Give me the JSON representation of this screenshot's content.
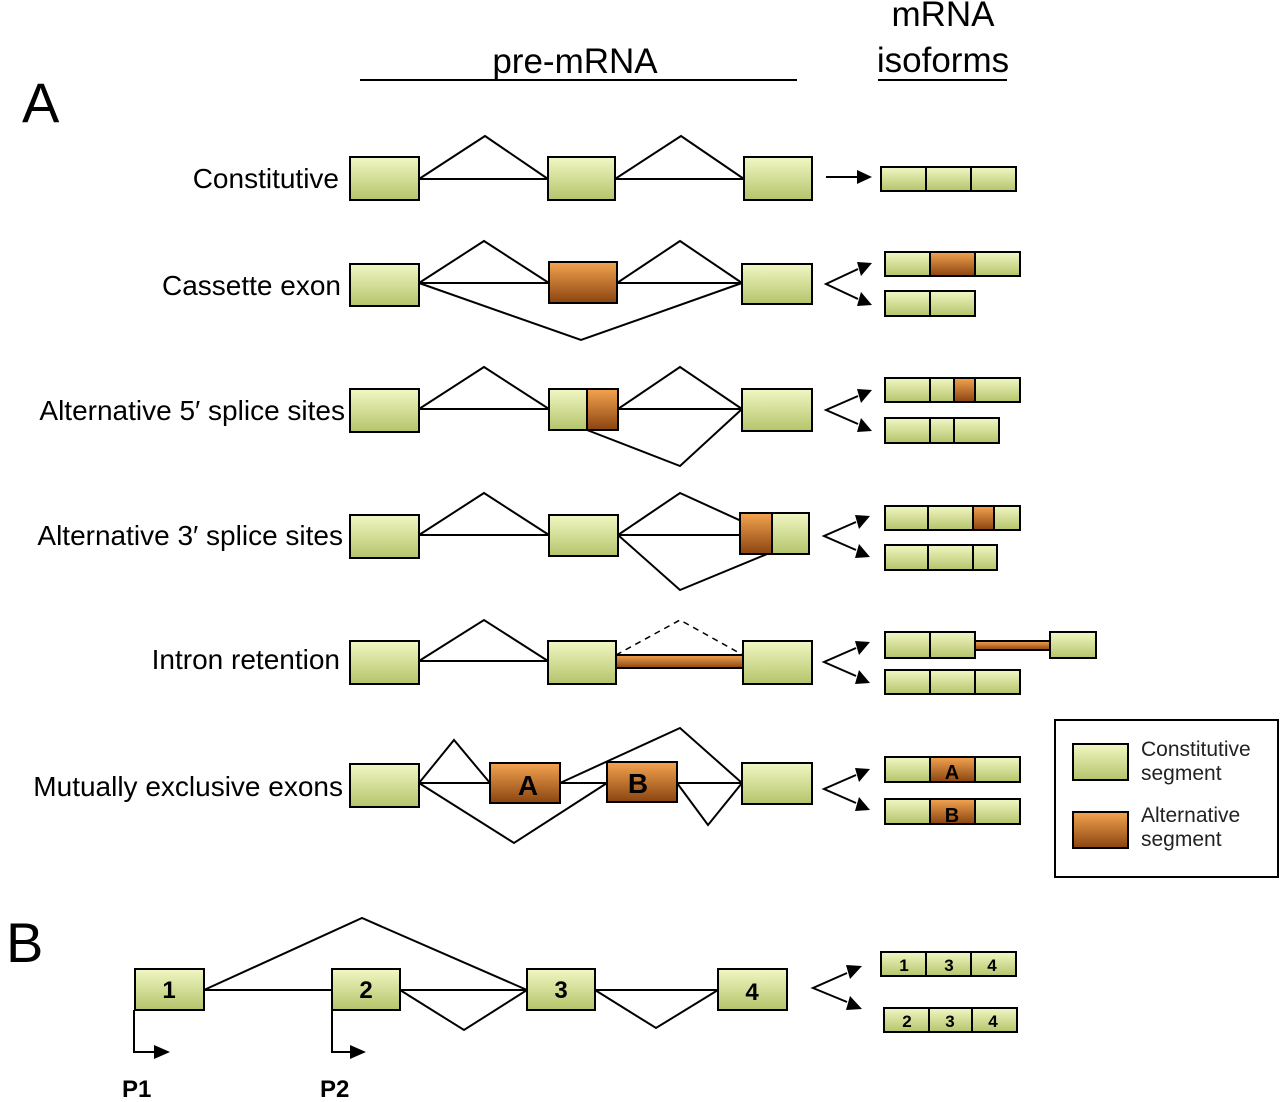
{
  "headers": {
    "pre_mrna": "pre-mRNA",
    "mrna_line1": "mRNA",
    "mrna_line2": "isoforms"
  },
  "panels": {
    "a": "A",
    "b": "B"
  },
  "rows": [
    {
      "label": "Constitutive"
    },
    {
      "label": "Cassette exon"
    },
    {
      "label": "Alternative 5′ splice sites"
    },
    {
      "label": "Alternative 3′ splice sites"
    },
    {
      "label": "Intron retention"
    },
    {
      "label": "Mutually exclusive exons"
    }
  ],
  "mutually_exclusive": {
    "exon_a": "A",
    "exon_b": "B"
  },
  "legend": {
    "constitutive_line1": "Constitutive",
    "constitutive_line2": "segment",
    "alternative_line1": "Alternative",
    "alternative_line2": "segment"
  },
  "panel_b": {
    "exons": [
      "1",
      "2",
      "3",
      "4"
    ],
    "isoform1": [
      "1",
      "3",
      "4"
    ],
    "isoform2": [
      "2",
      "3",
      "4"
    ],
    "promoters": [
      "P1",
      "P2"
    ]
  },
  "colors": {
    "constitutive_light": "#f2f7c4",
    "constitutive_dark": "#b4c46a",
    "alternative_light": "#f4a450",
    "alternative_dark": "#8a4410",
    "line": "#000000"
  }
}
